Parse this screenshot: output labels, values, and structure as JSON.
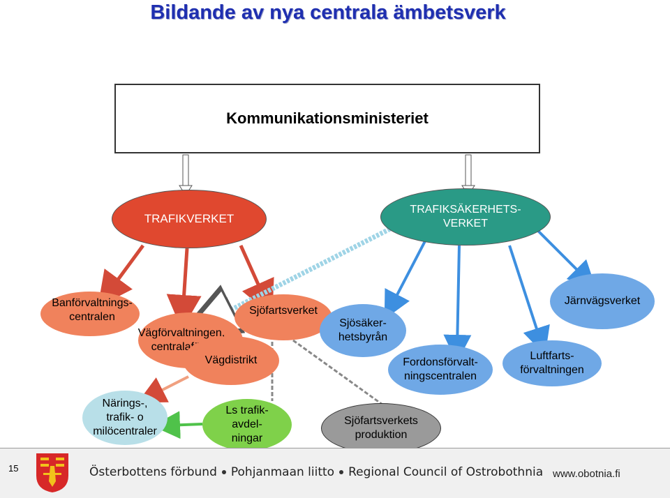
{
  "title": "Bildande av nya centrala ämbetsverk",
  "ministry": "Kommunikationsministeriet",
  "trafikverket": "TRAFIKVERKET",
  "trafiksakerhetsverket": "TRAFIKSÄKERHETS-\nVERKET",
  "nodes": {
    "banforvaltning": "Banförvaltnings-\ncentralen",
    "vagforvaltning": "Vägförvaltningen,\ncentralaförv.",
    "sjofartsverket": "Sjöfartsverket",
    "vagdistrikt": "Vägdistrikt",
    "sjosakerhet": "Sjösäker-\nhetsbyrån",
    "fordon": "Fordonsförvalt-\nningscentralen",
    "luftfart": "Luftfarts-\nförvaltningen",
    "jarnvag": "Järnvägsverket",
    "narings": "Närings-,\ntrafik- o\nmilöcentraler",
    "ls_trafik": "Ls trafik-\navdel-\nningar",
    "sjofart_prod": "Sjöfartsverkets\nproduktion"
  },
  "footer": {
    "page_number": "15",
    "org_fi": "Österbottens förbund",
    "org_sv": "Pohjanmaan liitto",
    "org_en": "Regional Council of Ostrobothnia",
    "url": "www.obotnia.fi"
  },
  "colors": {
    "title": "#1f2fb0",
    "trafikverket": "#e0482f",
    "trafiksakerhet": "#2a9a86",
    "salmon": "#f0825c",
    "blue_node": "#6fa8e6",
    "green_node": "#7fd14a",
    "light_blue": "#b8dfe8",
    "gray_node": "#9a9a9a",
    "red_arrow": "#d34a38",
    "blue_arrow": "#3d8fe0",
    "green_arrow": "#4fc24a"
  }
}
